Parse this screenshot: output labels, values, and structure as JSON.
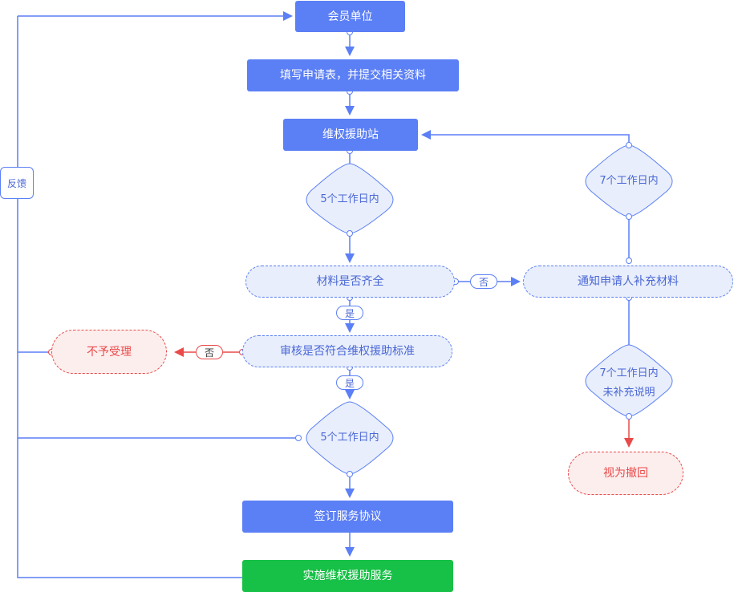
{
  "nodes": {
    "member_unit": "会员单位",
    "fill_form": "填写申请表，并提交相关资料",
    "station": "维权援助站",
    "diamond_5days_1": "5个工作日内",
    "materials_complete": "材料是否齐全",
    "notify_supplement": "通知申请人补充材料",
    "diamond_7days": "7个工作日内",
    "review_standard": "审核是否符合维权援助标准",
    "not_accepted": "不予受理",
    "diamond_7days_line1": "7个工作日内",
    "diamond_7days_line2": "未补充说明",
    "withdrawn": "视为撤回",
    "diamond_5days_2": "5个工作日内",
    "sign_agreement": "签订服务协议",
    "implement_service": "实施维权援助服务"
  },
  "tags": {
    "no_1": "否",
    "yes_1": "是",
    "no_2": "否",
    "yes_2": "是"
  },
  "feedback": "反馈",
  "colors": {
    "blue": "#5b7ff5",
    "green": "#17c046",
    "red": "#e94a4a",
    "light_blue_fill": "#e8eefb",
    "light_red_fill": "#fdeeee"
  }
}
